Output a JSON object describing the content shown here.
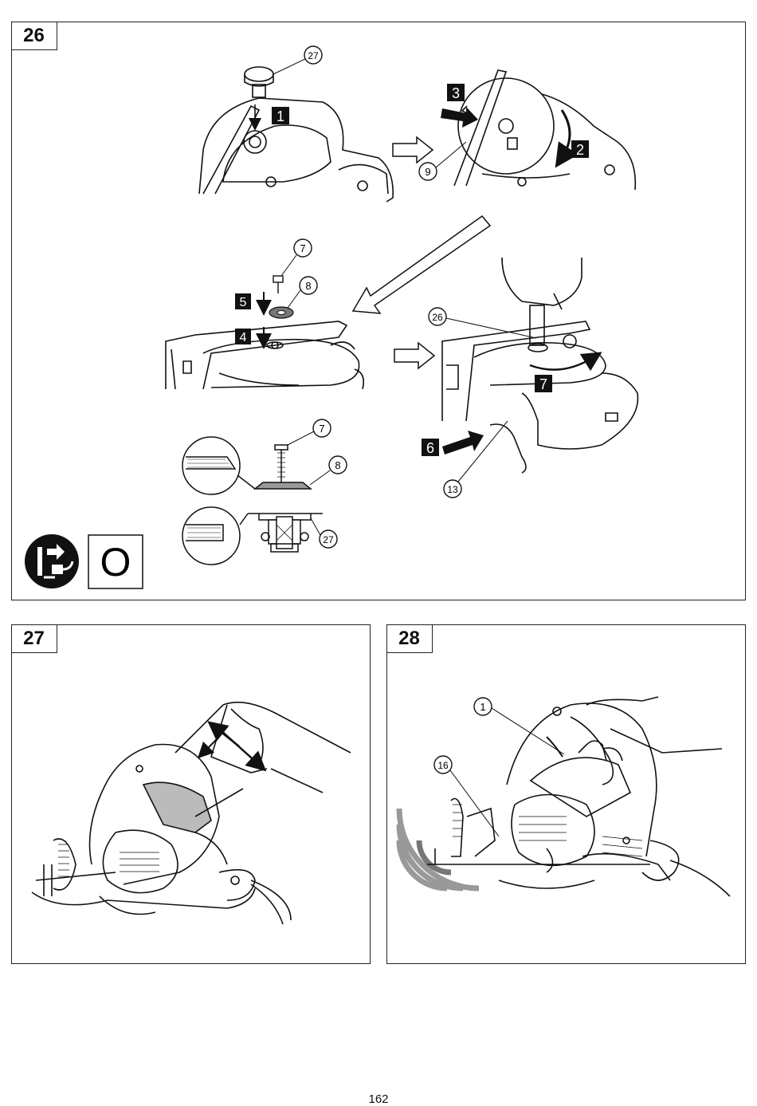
{
  "figures": [
    {
      "number": "26"
    },
    {
      "number": "27"
    },
    {
      "number": "28"
    }
  ],
  "callouts": {
    "fig26": [
      "27",
      "9",
      "7",
      "8",
      "26",
      "13",
      "7",
      "8",
      "27"
    ],
    "fig28": [
      "1",
      "16"
    ]
  },
  "steps": [
    "1",
    "2",
    "3",
    "4",
    "5",
    "6",
    "7"
  ],
  "symbols": {
    "unplug": "unplug-power-icon",
    "lock_label": "O"
  },
  "page_number": "162"
}
